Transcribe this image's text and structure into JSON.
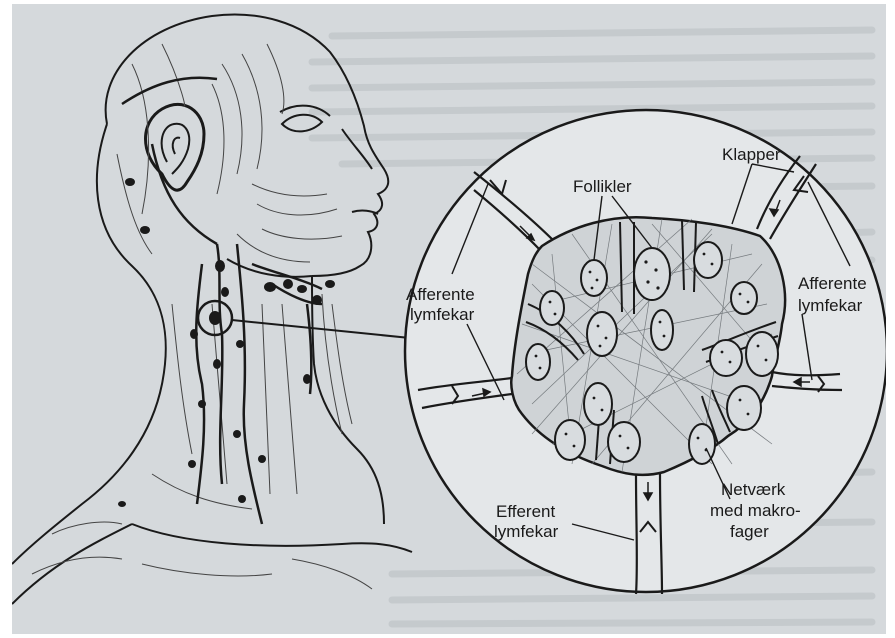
{
  "figure": {
    "labels": {
      "follikler": "Follikler",
      "klapper": "Klapper",
      "afferente_left_line1": "Afferente",
      "afferente_left_line2": "lymfekar",
      "afferente_right_line1": "Afferente",
      "afferente_right_line2": "lymfekar",
      "efferent_line1": "Efferent",
      "efferent_line2": "lymfekar",
      "netvaerk_line1": "Netværk",
      "netvaerk_line2": "med makro-",
      "netvaerk_line3": "fager"
    },
    "colors": {
      "paper": "#d5d9dc",
      "ink": "#1a1a1a",
      "circle_fill": "#e4e7e9",
      "node_fill": "#cfd3d6"
    }
  }
}
